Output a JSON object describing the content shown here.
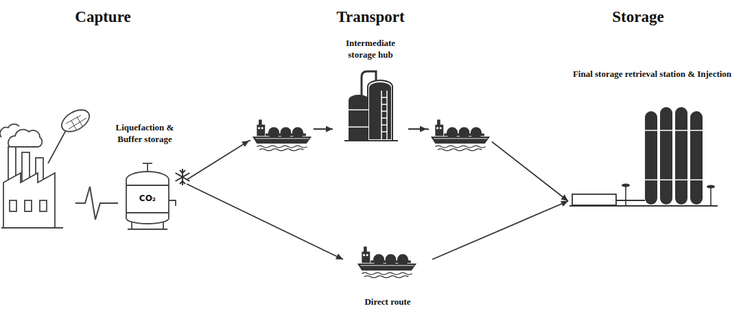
{
  "diagram": {
    "nodes": [
      {
        "text": [
          "Liquefaction & Buffer storage"
        ]
      },
      {
        "text": [
          "Intermediate storage hub"
        ]
      },
      {
        "text": [
          "Direct route"
        ]
      },
      {
        "text": [
          "Final storage retrieval station & Injection"
        ]
      }
    ],
    "edges": [
      {
        "from": 0,
        "to": 1,
        "arrow": "to"
      },
      {
        "from": 1,
        "to": 3,
        "arrow": "to"
      },
      {
        "from": 0,
        "to": 2,
        "arrow": "to"
      },
      {
        "from": 2,
        "to": 3,
        "arrow": "to"
      }
    ],
    "labels": [
      "Capture",
      "Transport",
      "Storage",
      "CO₂"
    ]
  }
}
